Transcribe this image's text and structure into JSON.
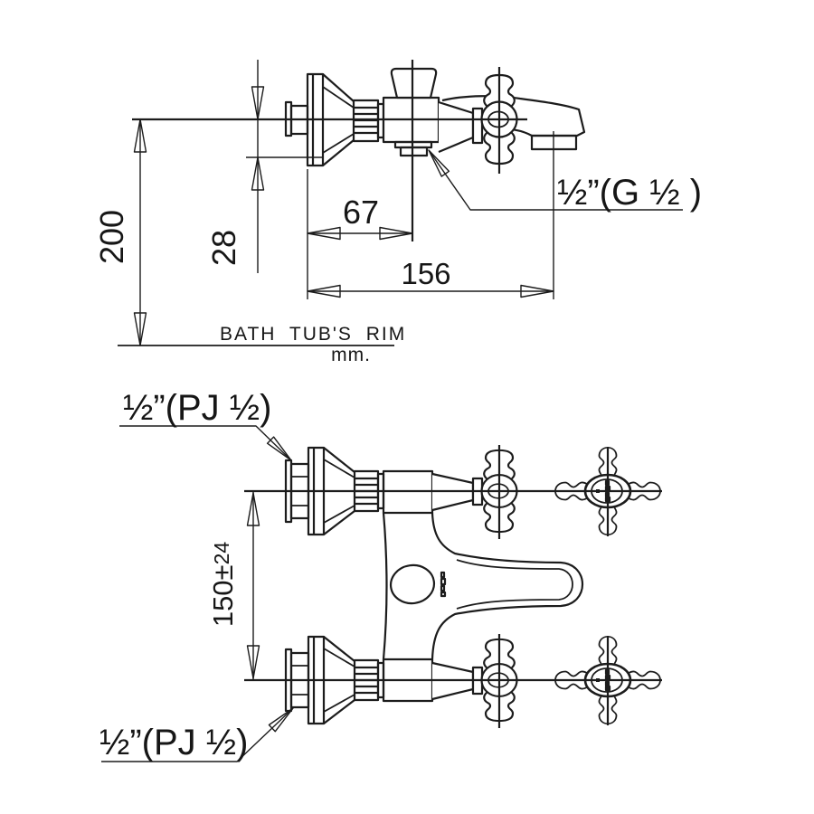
{
  "drawing": {
    "side_view": {
      "dim_height_above_rim": "200",
      "dim_center_offset": "28",
      "dim_wall_to_valve_center": "67",
      "dim_spout_reach": "156",
      "outlet_thread_label": "½”(G ½ )",
      "rim_caption": "BATH TUB'S RIM",
      "unit_caption": "mm."
    },
    "plan_view": {
      "dim_inlet_spacing": "150±",
      "dim_inlet_spacing_tolerance": "24",
      "inlet_thread_label_top": "½”(PJ ½)",
      "inlet_thread_label_bottom": "½”(PJ ½)"
    }
  }
}
